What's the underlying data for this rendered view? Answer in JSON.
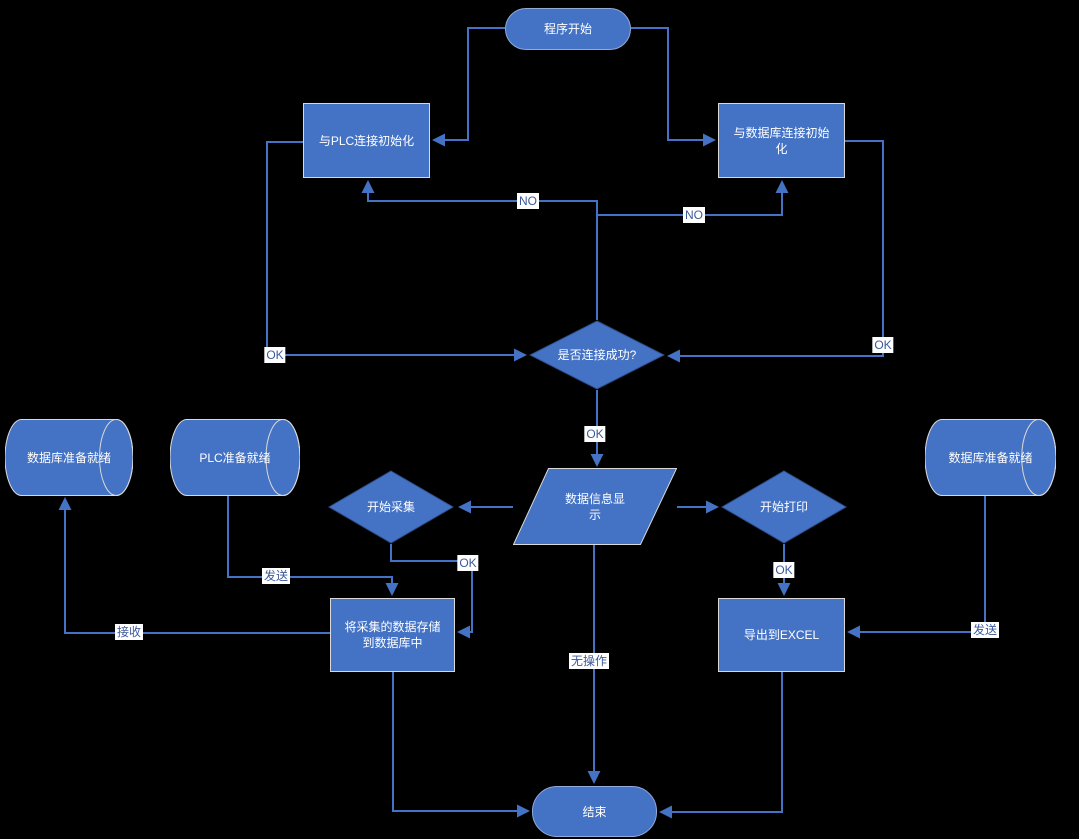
{
  "diagram": {
    "colors": {
      "background": "#000000",
      "shape_fill": "#4472C4",
      "shape_border": "#D9D9D9",
      "diamond_border": "#2F4F8C",
      "connector": "#4472C4",
      "edge_label_text": "#3C5A99",
      "node_text": "#FFFFFF"
    },
    "nodes": {
      "start": {
        "type": "terminator",
        "label": "程序开始"
      },
      "plc_init": {
        "type": "process",
        "label": "与PLC连接初始化"
      },
      "db_init": {
        "type": "process",
        "label": "与数据库连接初始化"
      },
      "connect_ok": {
        "type": "decision",
        "label": "是否连接成功?"
      },
      "data_display": {
        "type": "io",
        "label": "数据信息显示"
      },
      "start_collect": {
        "type": "decision",
        "label": "开始采集"
      },
      "start_print": {
        "type": "decision",
        "label": "开始打印"
      },
      "db_ready_left": {
        "type": "storage",
        "label": "数据库准备就绪"
      },
      "plc_ready": {
        "type": "storage",
        "label": "PLC准备就绪"
      },
      "db_ready_right": {
        "type": "storage",
        "label": "数据库准备就绪"
      },
      "store_data": {
        "type": "process",
        "label": "将采集的数据存储到数据库中"
      },
      "export_excel": {
        "type": "process",
        "label": "导出到EXCEL"
      },
      "end": {
        "type": "terminator",
        "label": "结束"
      }
    },
    "edge_labels": {
      "no_left": "NO",
      "no_right": "NO",
      "ok_left": "OK",
      "ok_right": "OK",
      "ok_mid": "OK",
      "ok_collect": "OK",
      "ok_print": "OK",
      "send_left": "发送",
      "receive": "接收",
      "send_right": "发送",
      "no_op": "无操作"
    }
  }
}
